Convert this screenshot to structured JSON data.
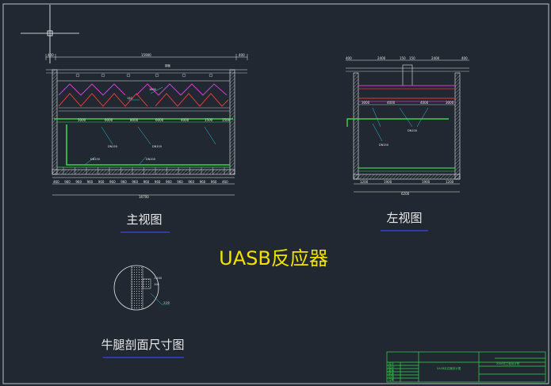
{
  "drawing": {
    "title": "UASB反应器",
    "views": {
      "front": "主视图",
      "left": "左视图",
      "section": "牛腿剖面尺寸图"
    }
  },
  "front_view": {
    "top_dims": [
      "400",
      "15900",
      "400"
    ],
    "inner_labels": [
      "1800",
      "150",
      "钢板",
      "5000",
      "6000",
      "8000",
      "6000",
      "4000",
      "1500",
      "1500"
    ],
    "notes": [
      "DN150",
      "DN100",
      "DN150",
      "DN200"
    ],
    "bottom_dims": [
      "460",
      "960",
      "960",
      "960",
      "960",
      "960",
      "960",
      "960",
      "960",
      "960",
      "960",
      "960",
      "960",
      "960",
      "960",
      "460"
    ],
    "total_dim": "16700"
  },
  "left_view": {
    "top_dims": [
      "400",
      "2400",
      "150",
      "150",
      "2400",
      "400"
    ],
    "inner_labels": [
      "3000",
      "4000",
      "4000",
      "3000"
    ],
    "notes": [
      "DN150",
      "DN100"
    ],
    "bottom_dims": [
      "1200",
      "1900",
      "1900",
      "1200"
    ],
    "total_dim": "6200"
  },
  "section_view": {
    "labels": [
      "1:100",
      "100",
      "1:20"
    ]
  },
  "title_block": {
    "project": "UASB反应器设计图",
    "company": "XX环境工程设计院",
    "rows": [
      "设计",
      "校对",
      "审核",
      "批准",
      "比例",
      "日期"
    ]
  },
  "colors": {
    "background": "#212831",
    "line": "#e8e8e8",
    "green": "#39d353",
    "red": "#e53935",
    "magenta": "#d63ad6",
    "cyan": "#33c6d8",
    "yellow": "#f2e200",
    "title_underline": "#3344cc"
  }
}
